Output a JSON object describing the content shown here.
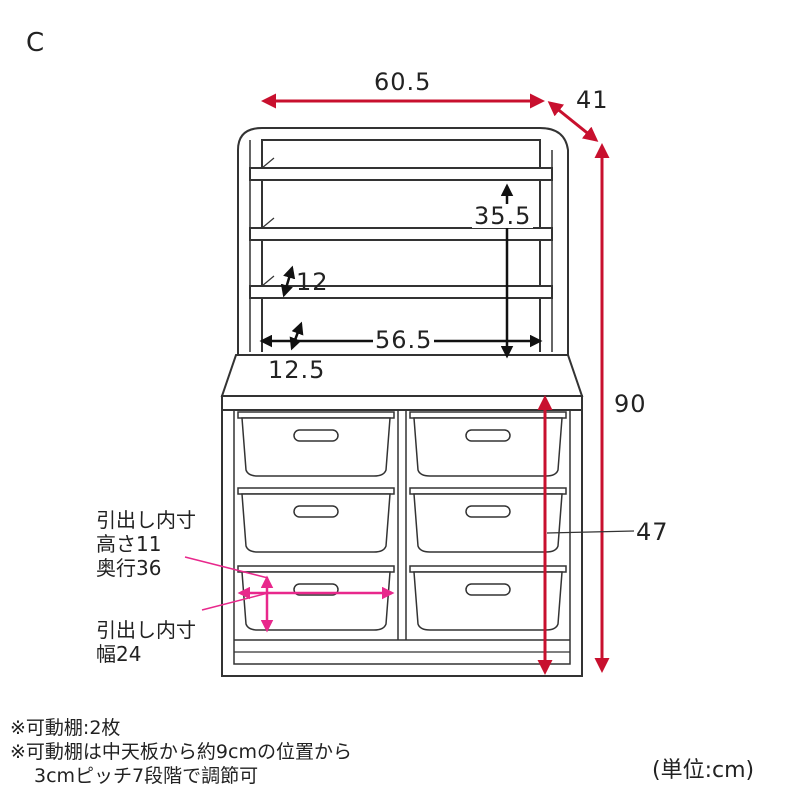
{
  "variant_label": "C",
  "dimensions": {
    "width": "60.5",
    "depth": "41",
    "height": "90",
    "shelf_height": "35.5",
    "shelf_pitch": "12",
    "inner_width": "56.5",
    "shelf_depth": "12.5",
    "lower_height": "47"
  },
  "drawer_inner": {
    "line1": "引出し内寸",
    "line2": "高さ11",
    "line3": "奥行36",
    "width_line1": "引出し内寸",
    "width_line2": "幅24"
  },
  "notes": [
    "※可動棚:2枚",
    "※可動棚は中天板から約9cmの位置から",
    "3cmピッチ7段階で調節可"
  ],
  "unit_label": "(単位:cm)",
  "colors": {
    "red": "#c8102e",
    "black": "#111111",
    "line": "#333333",
    "highlight": "#e8288c"
  }
}
